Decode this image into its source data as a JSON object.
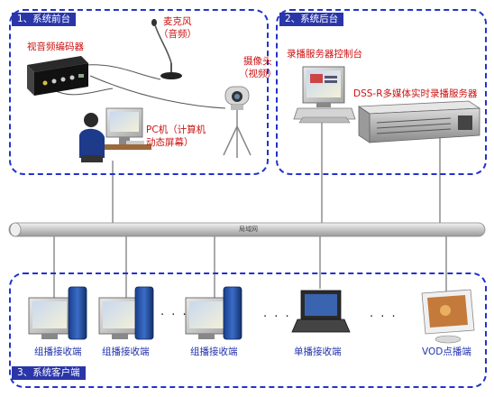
{
  "sections": {
    "front": "1、系统前台",
    "back": "2、系统后台",
    "client": "3、系统客户端"
  },
  "devices": {
    "encoder": "视音频编码器",
    "mic_line1": "麦克风",
    "mic_line2": "（音频）",
    "camera_line1": "摄像头",
    "camera_line2": "（视频）",
    "pc_line1": "PC机（计算机",
    "pc_line2": "动态屏幕）",
    "console": "录播服务器控制台",
    "server": "DSS-R多媒体实时录播服务器"
  },
  "network": {
    "label": "局域网"
  },
  "clients": [
    {
      "label": "组播接收端"
    },
    {
      "label": "组播接收端"
    },
    {
      "label": "组播接收端"
    },
    {
      "label": "单播接收端"
    },
    {
      "label": "VOD点播端"
    }
  ],
  "ellipsis": "· · ·",
  "colors": {
    "border": "#2233cc",
    "tag_bg": "#2a36a8",
    "label_red": "#cc1111",
    "label_blue": "#2233aa",
    "bus": "#c8c8c8"
  }
}
